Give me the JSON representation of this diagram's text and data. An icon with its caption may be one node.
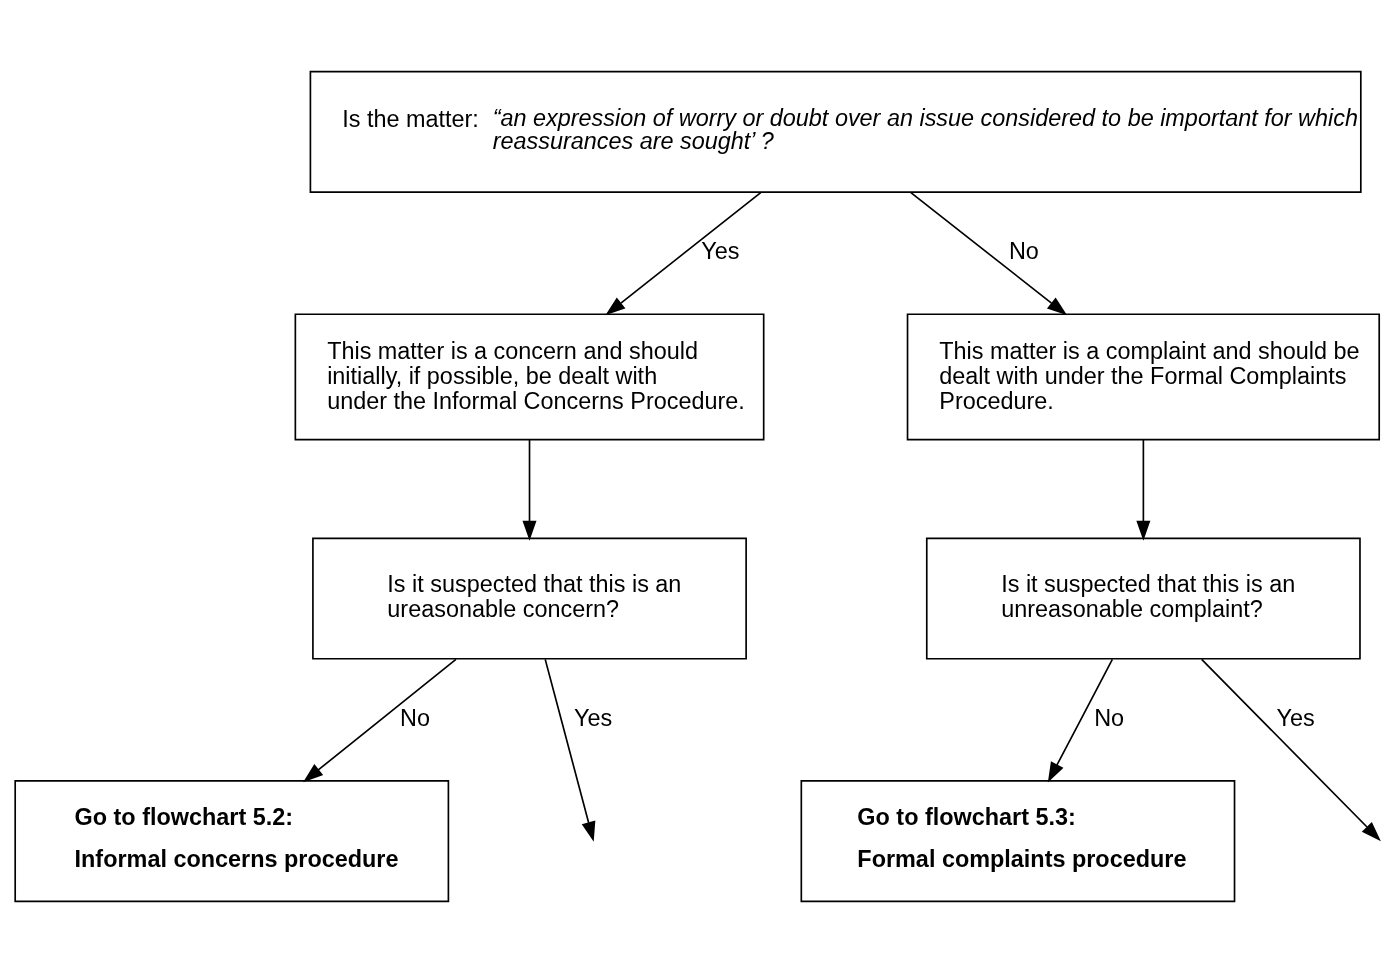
{
  "diagram": {
    "nodes": [
      {
        "text": [
          "Is the matter:",
          "“an expression of worry or doubt over an issue considered to be important for which reassurances are sought’ ?"
        ]
      },
      {
        "text": [
          "This matter is a concern and should initially, if possible, be dealt with under the Informal Concerns Procedure."
        ]
      },
      {
        "text": [
          "This matter is a complaint and should be dealt with under the Formal Complaints Procedure."
        ]
      },
      {
        "text": [
          "Is it suspected that this is an ureasonable concern?"
        ]
      },
      {
        "text": [
          "Is it suspected that this is an unreasonable complaint?"
        ]
      },
      {
        "text": [
          "Go to flowchart 5.2:",
          "Informal concerns procedure"
        ]
      },
      {
        "text": [
          "Go to flowchart 5.3:",
          "Formal complaints procedure"
        ]
      }
    ],
    "edges": [
      {
        "from": 0,
        "to": 1,
        "arrow": "to",
        "label": "Yes"
      },
      {
        "from": 0,
        "to": 2,
        "arrow": "to",
        "label": "No"
      },
      {
        "from": 1,
        "to": 3,
        "arrow": "to"
      },
      {
        "from": 2,
        "to": 4,
        "arrow": "to"
      },
      {
        "from": 3,
        "to": null,
        "arrow": "to",
        "label": "Yes"
      },
      {
        "from": 4,
        "to": null,
        "arrow": "to",
        "label": "Yes"
      },
      {
        "from": 3,
        "to": 5,
        "arrow": "to",
        "label": "No"
      },
      {
        "from": 4,
        "to": 6,
        "arrow": "to",
        "label": "No"
      }
    ]
  }
}
